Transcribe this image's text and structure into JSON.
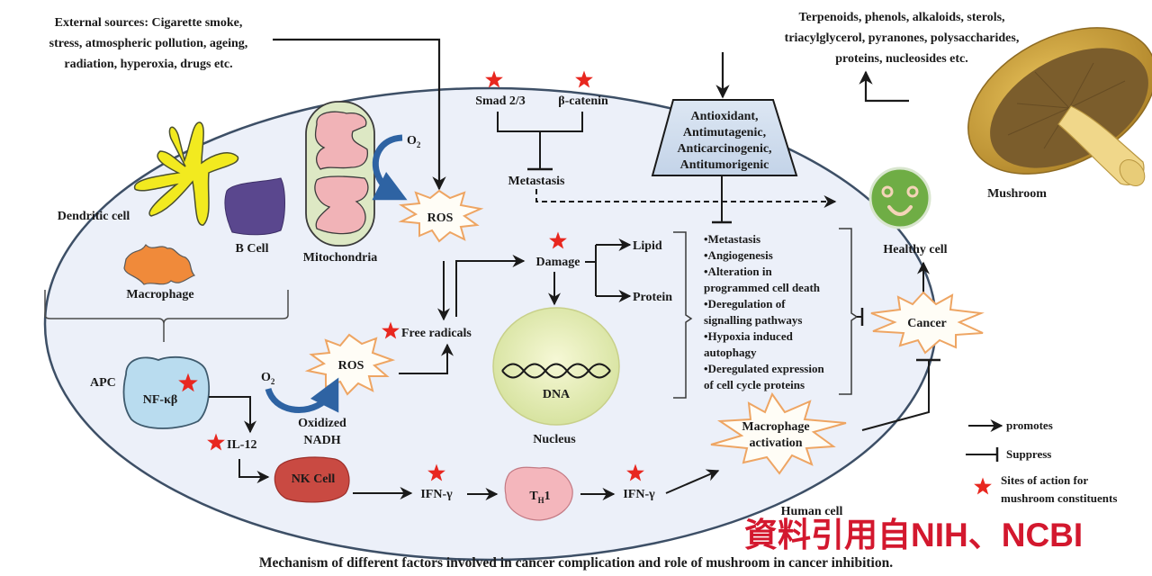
{
  "external_sources": {
    "lines": [
      "External sources: Cigarette smoke,",
      "stress, atmospheric pollution, ageing,",
      "radiation, hyperoxia, drugs etc."
    ]
  },
  "constituents": {
    "lines": [
      "Terpenoids, phenols, alkaloids, sterols,",
      "triacylglycerol, pyranones, polysaccharides,",
      "proteins, nucleosides etc."
    ]
  },
  "mushroom": {
    "label": "Mushroom"
  },
  "effects_box": {
    "lines": [
      "Antioxidant,",
      "Antimutagenic,",
      "Anticarcinogenic,",
      "Antitumorigenic"
    ]
  },
  "metastasis_pathway": {
    "smad": "Smad 2/3",
    "beta_catenin": "β-catenin",
    "metastasis": "Metastasis"
  },
  "immune_cells": {
    "dendritic": "Dendritic cell",
    "b_cell": "B Cell",
    "macrophage": "Macrophage",
    "mitochondria": "Mitochondria"
  },
  "ros_upper": {
    "label": "ROS",
    "o2": "O",
    "o2_sub": "2"
  },
  "ros_lower": {
    "label": "ROS",
    "o2": "O",
    "o2_sub": "2",
    "oxidized": [
      "Oxidized",
      "NADH"
    ]
  },
  "free_radicals": "Free radicals",
  "damage": {
    "label": "Damage",
    "lipid": "Lipid",
    "protein": "Protein"
  },
  "nucleus": {
    "dna": "DNA",
    "label": "Nucleus"
  },
  "hallmarks": {
    "lines": [
      "•Metastasis",
      "•Angiogenesis",
      "•Alteration in",
      "programmed cell death",
      "•Deregulation of",
      "signalling pathways",
      "•Hypoxia induced",
      "autophagy",
      "•Deregulated expression",
      "of cell cycle proteins"
    ]
  },
  "healthy_cell": "Healthy cell",
  "cancer": "Cancer",
  "apc": {
    "label": "APC",
    "nfkb": "NF-κβ"
  },
  "il12": "IL-12",
  "nk_cell": "NK Cell",
  "ifn1": "IFN-γ",
  "th1": {
    "main": "T",
    "sub": "H",
    "tail": "1"
  },
  "ifn2": "IFN-γ",
  "macrophage_activation": [
    "Macrophage",
    "activation"
  ],
  "human_cell": "Human cell",
  "legend": {
    "promotes": "promotes",
    "suppress": "Suppress",
    "sites": [
      "Sites of action for",
      "mushroom constituents"
    ]
  },
  "watermark": "資料引用自NIH、NCBI",
  "caption": "Mechanism of different factors involved in cancer complication and role of mushroom in cancer inhibition.",
  "colors": {
    "cell_fill": "#ecf0f9",
    "cell_stroke": "#3d4f66",
    "star": "#e8271f",
    "burst_stroke": "#eea563",
    "curved_arrow": "#2e63a3",
    "watermark": "#d3182e"
  }
}
